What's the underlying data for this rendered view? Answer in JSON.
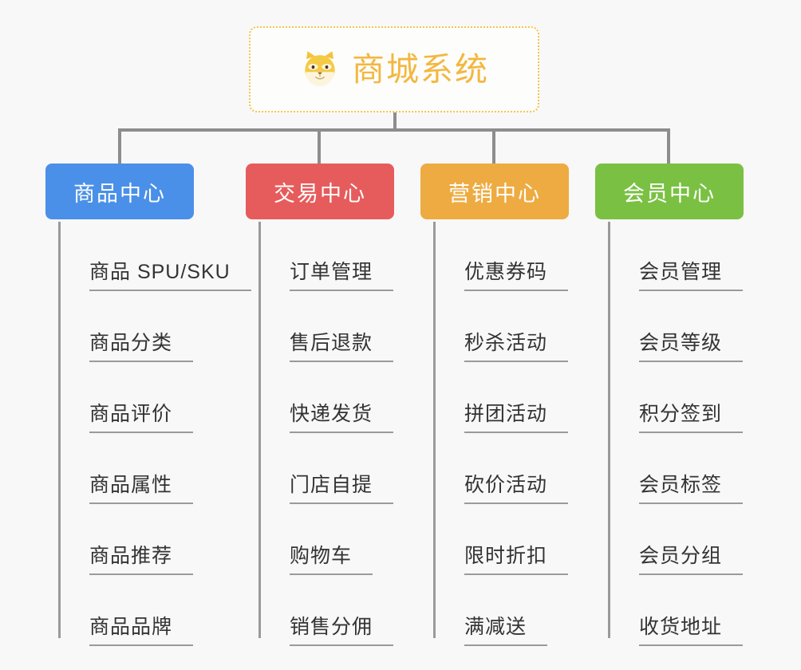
{
  "diagram": {
    "type": "org-chart",
    "background_color": "#f8f8f8",
    "root": {
      "title": "商城系统",
      "icon": "shiba-dog-face-icon",
      "border_color": "#f6c250",
      "text_color": "#f3b740"
    },
    "columns": [
      {
        "header": "商品中心",
        "color": "#4a90e8",
        "items": [
          "商品 SPU/SKU",
          "商品分类",
          "商品评价",
          "商品属性",
          "商品推荐",
          "商品品牌"
        ]
      },
      {
        "header": "交易中心",
        "color": "#e65c5c",
        "items": [
          "订单管理",
          "售后退款",
          "快递发货",
          "门店自提",
          "购物车",
          "销售分佣"
        ]
      },
      {
        "header": "营销中心",
        "color": "#eeab41",
        "items": [
          "优惠券码",
          "秒杀活动",
          "拼团活动",
          "砍价活动",
          "限时折扣",
          "满减送"
        ]
      },
      {
        "header": "会员中心",
        "color": "#7ac143",
        "items": [
          "会员管理",
          "会员等级",
          "积分签到",
          "会员标签",
          "会员分组",
          "收货地址"
        ]
      }
    ],
    "line_color": "#8d8d8d"
  }
}
